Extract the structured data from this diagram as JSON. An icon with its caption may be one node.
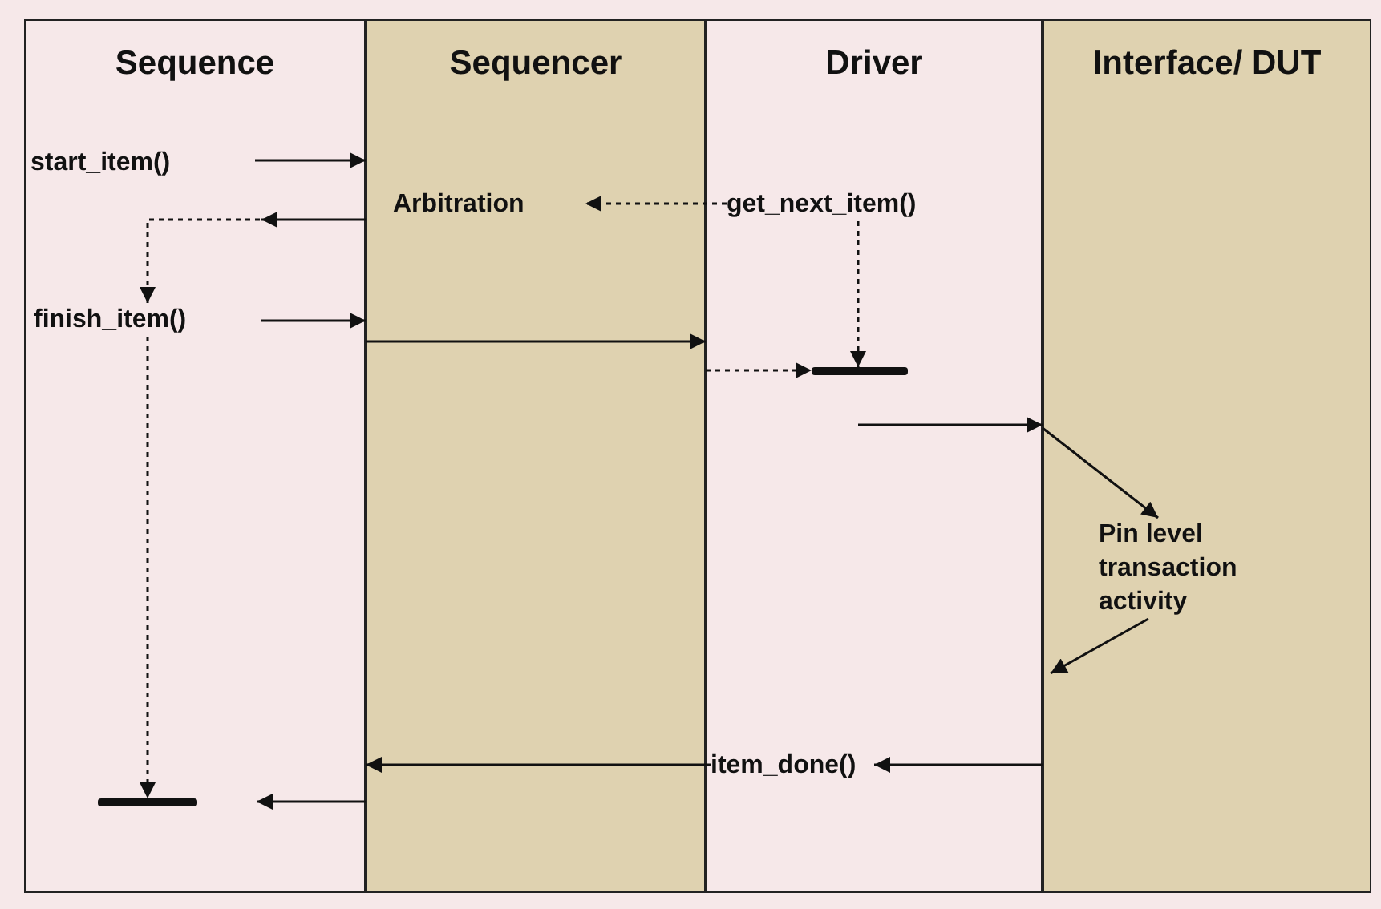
{
  "diagram": {
    "nodes": [
      {
        "text": [
          "Sequence"
        ]
      },
      {
        "text": [
          "Sequencer"
        ]
      },
      {
        "text": [
          "Driver"
        ]
      },
      {
        "text": [
          "Interface/ DUT"
        ]
      },
      {
        "text": [
          "start_item()"
        ],
        "in": 0
      },
      {
        "text": [
          "Arbitration"
        ],
        "in": 1
      },
      {
        "text": [
          "get_next_item()"
        ],
        "in": 2
      },
      {
        "text": [
          "finish_item()"
        ],
        "in": 0
      },
      {
        "text": [],
        "shape": "bar",
        "in": 2
      },
      {
        "text": [
          "Pin level transaction activity"
        ],
        "in": 3
      },
      {
        "text": [
          "item_done()"
        ],
        "in": 2
      },
      {
        "text": [],
        "shape": "bar",
        "in": 0
      }
    ],
    "edges": [
      {
        "from": 4,
        "to": 1,
        "arrow": "to"
      },
      {
        "from": 6,
        "to": 5,
        "arrow": "to",
        "style": "dashed"
      },
      {
        "from": 1,
        "to": null,
        "arrow": "to"
      },
      {
        "from": null,
        "to": 7,
        "arrow": "to",
        "style": "dashed"
      },
      {
        "from": 7,
        "to": 1,
        "arrow": "to"
      },
      {
        "from": 1,
        "to": 2,
        "arrow": "to"
      },
      {
        "from": 2,
        "to": 8,
        "arrow": "to",
        "style": "dashed"
      },
      {
        "from": 6,
        "to": 8,
        "arrow": "to",
        "style": "dashed"
      },
      {
        "from": null,
        "to": 3,
        "arrow": "to"
      },
      {
        "from": 3,
        "to": 9,
        "arrow": "to"
      },
      {
        "from": 9,
        "to": null,
        "arrow": "to"
      },
      {
        "from": 3,
        "to": 10,
        "arrow": "to"
      },
      {
        "from": 10,
        "to": 0,
        "arrow": "to"
      },
      {
        "from": 1,
        "to": null,
        "arrow": "to"
      },
      {
        "from": 7,
        "to": 11,
        "arrow": "to",
        "style": "dashed"
      }
    ]
  }
}
